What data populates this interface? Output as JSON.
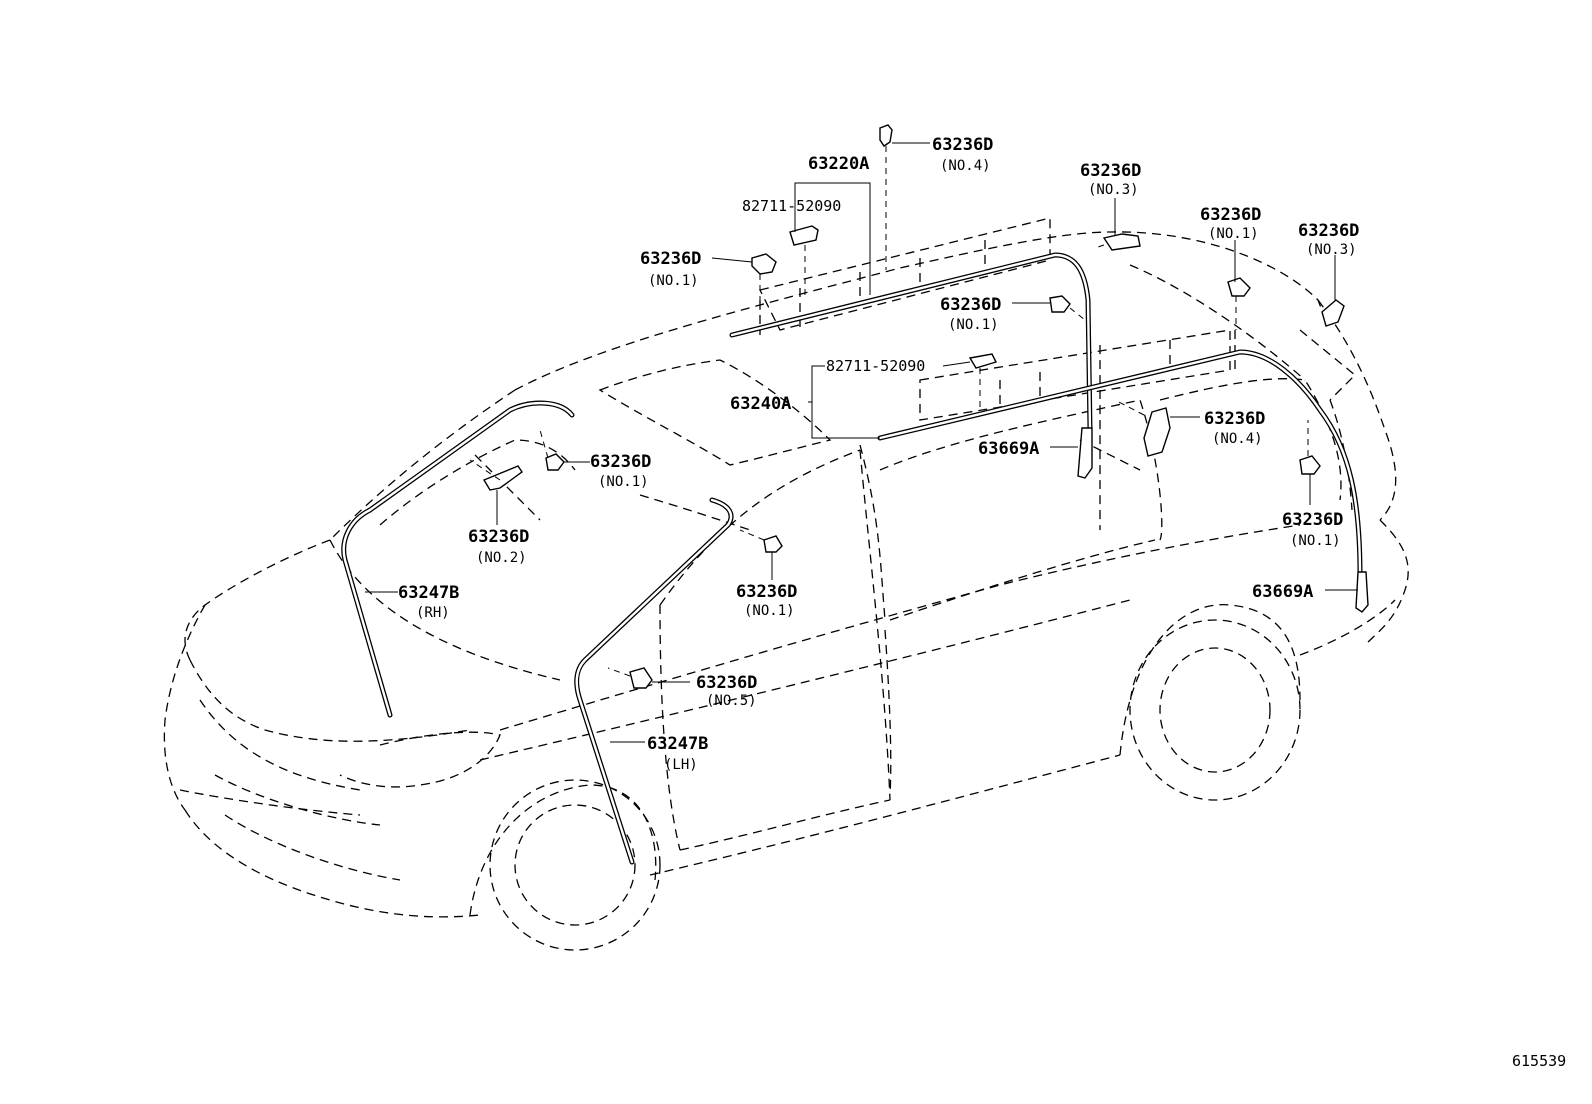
{
  "callouts": {
    "c_63236D_no4_top": {
      "part": "63236D",
      "note": "(NO.4)"
    },
    "c_63220A": {
      "part": "63220A"
    },
    "c_82711_top": {
      "part": "82711-52090"
    },
    "c_63236D_no1_a": {
      "part": "63236D",
      "note": "(NO.1)"
    },
    "c_63236D_no3_a": {
      "part": "63236D",
      "note": "(NO.3)"
    },
    "c_63236D_no1_b": {
      "part": "63236D",
      "note": "(NO.1)"
    },
    "c_63236D_no3_b": {
      "part": "63236D",
      "note": "(NO.3)"
    },
    "c_63236D_no1_c": {
      "part": "63236D",
      "note": "(NO.1)"
    },
    "c_82711_mid": {
      "part": "82711-52090"
    },
    "c_63240A": {
      "part": "63240A"
    },
    "c_63236D_no4_b": {
      "part": "63236D",
      "note": "(NO.4)"
    },
    "c_63669A_a": {
      "part": "63669A"
    },
    "c_63236D_no1_d": {
      "part": "63236D",
      "note": "(NO.1)"
    },
    "c_63236D_no2": {
      "part": "63236D",
      "note": "(NO.2)"
    },
    "c_63236D_no1_e": {
      "part": "63236D",
      "note": "(NO.1)"
    },
    "c_63236D_no1_f": {
      "part": "63236D",
      "note": "(NO.1)"
    },
    "c_63669A_b": {
      "part": "63669A"
    },
    "c_63247B_rh": {
      "part": "63247B",
      "note": "(RH)"
    },
    "c_63236D_no5": {
      "part": "63236D",
      "note": "(NO.5)"
    },
    "c_63247B_lh": {
      "part": "63247B",
      "note": "(LH)"
    }
  },
  "figure_ref": "615539"
}
